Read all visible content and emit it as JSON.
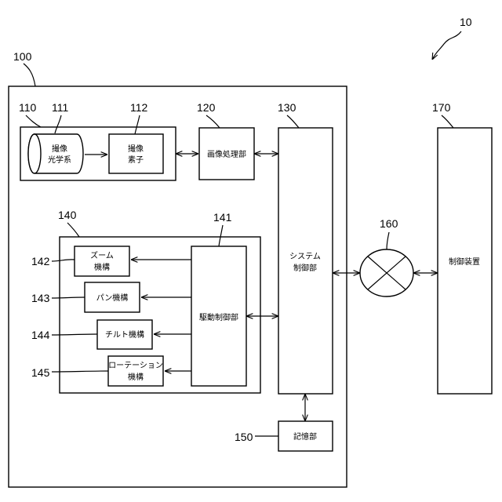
{
  "refs": {
    "r10": "10",
    "r100": "100",
    "r110": "110",
    "r111": "111",
    "r112": "112",
    "r120": "120",
    "r130": "130",
    "r140": "140",
    "r141": "141",
    "r142": "142",
    "r143": "143",
    "r144": "144",
    "r145": "145",
    "r150": "150",
    "r160": "160",
    "r170": "170"
  },
  "blocks": {
    "optics_l1": "撮像",
    "optics_l2": "光学系",
    "sensor_l1": "撮像",
    "sensor_l2": "素子",
    "image_proc": "画像処理部",
    "system_l1": "システム",
    "system_l2": "制御部",
    "drive_ctrl": "駆動制御部",
    "zoom_l1": "ズーム",
    "zoom_l2": "機構",
    "pan": "パン機構",
    "tilt": "チルト機構",
    "rot_l1": "ローテーション",
    "rot_l2": "機構",
    "storage": "記憶部",
    "controller": "制御装置"
  }
}
